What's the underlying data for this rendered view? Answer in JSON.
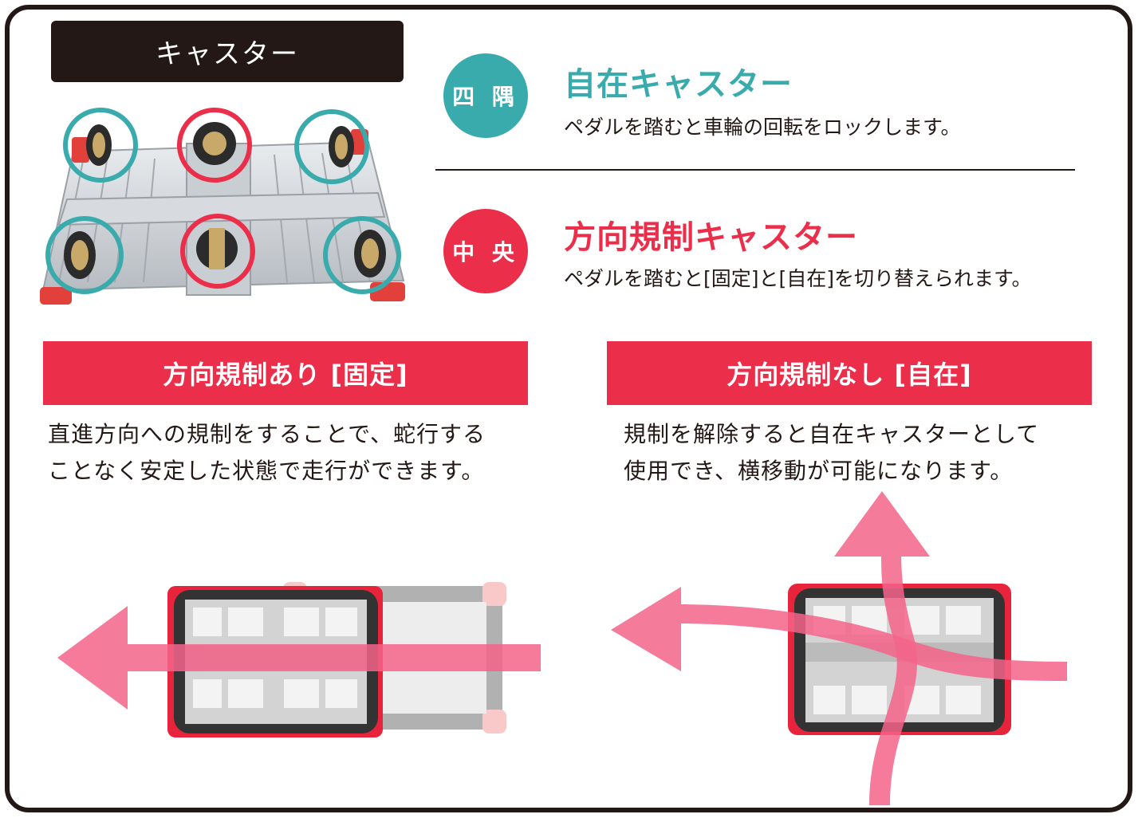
{
  "title": "キャスター",
  "corner": {
    "badge": "四 隅",
    "heading": "自在キャスター",
    "description": "ペダルを踏むと車輪の回転をロックします。"
  },
  "center": {
    "badge": "中 央",
    "heading": "方向規制キャスター",
    "description": "ペダルを踏むと[固定]と[自在]を切り替えられます。"
  },
  "locked": {
    "banner": "方向規制あり [固定]",
    "line1": "直進方向への規制をすることで、蛇行する",
    "line2": "ことなく安定した状態で走行ができます。"
  },
  "free": {
    "banner": "方向規制なし [自在]",
    "line1": "規制を解除すると自在キャスターとして",
    "line2": "使用でき、横移動が可能になります。"
  },
  "colors": {
    "teal": "#3aabad",
    "red": "#eb2f4a",
    "arrow_pink": "#f4648a",
    "dark": "#231815"
  }
}
